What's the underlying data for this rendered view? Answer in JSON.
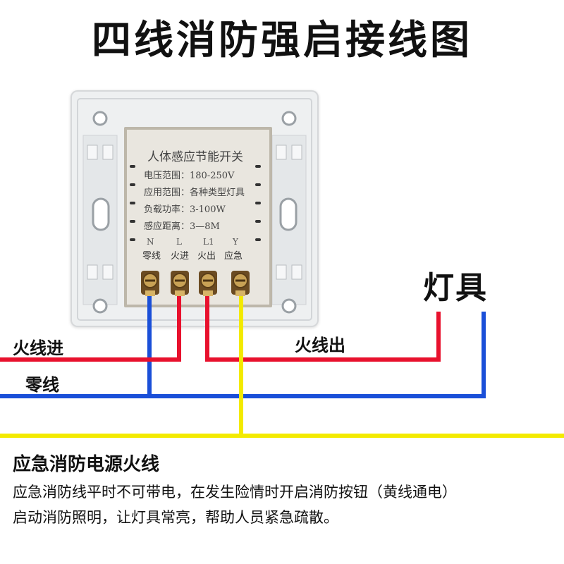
{
  "title": "四线消防强启接线图",
  "module": {
    "title": "人体感应节能开关",
    "specs": [
      "电压范围：180-250V",
      "应用范围：各种类型灯具",
      "负载功率：3-100W",
      "感应距离：3—8M"
    ],
    "terminals": [
      {
        "code": "N",
        "name": "零线"
      },
      {
        "code": "L",
        "name": "火进"
      },
      {
        "code": "L1",
        "name": "火出"
      },
      {
        "code": "Y",
        "name": "应急"
      }
    ]
  },
  "labels": {
    "fire_in": "火线进",
    "neutral": "零线",
    "fire_out": "火线出",
    "lamp": "灯具"
  },
  "wire_colors": {
    "live": "#e8112d",
    "neutral": "#1a4fd8",
    "emergency": "#f3ea00"
  },
  "note": {
    "heading": "应急消防电源火线",
    "lines": [
      "应急消防线平时不可带电，在发生险情时开启消防按钮（黄线通电）",
      "启动消防照明，让灯具常亮，帮助人员紧急疏散。"
    ]
  }
}
